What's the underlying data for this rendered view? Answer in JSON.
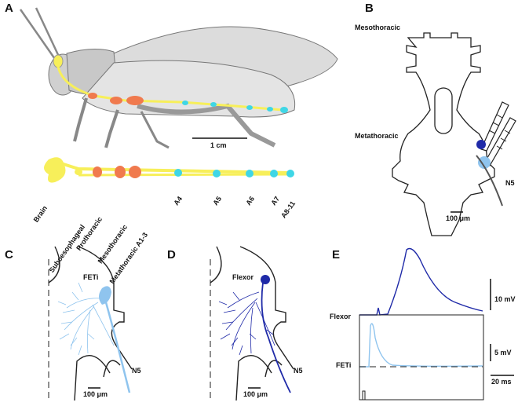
{
  "panels": {
    "A": {
      "letter": "A",
      "scale_bar": "1 cm",
      "ganglia_labels": [
        "Brain",
        "Suboesophageal",
        "Prothoracic",
        "Mesothoracic",
        "Metathoracic A1-3",
        "A4",
        "A5",
        "A6",
        "A7",
        "A8-11"
      ]
    },
    "B": {
      "letter": "B",
      "label_mesothoracic": "Mesothoracic",
      "label_metathoracic": "Metathoracic",
      "label_nerve": "N5",
      "scale_bar": "100 μm"
    },
    "C": {
      "letter": "C",
      "neuron": "FETi",
      "nerve": "N5",
      "scale_bar": "100 μm"
    },
    "D": {
      "letter": "D",
      "neuron": "Flexor",
      "nerve": "N5",
      "scale_bar": "100 μm"
    },
    "E": {
      "letter": "E",
      "trace_flexor": "Flexor",
      "trace_feti": "FETi",
      "scale_v1": "10 mV",
      "scale_v2": "5 mV",
      "scale_t": "20 ms"
    }
  },
  "colors": {
    "nerve_cord": "#f7ef5a",
    "ganglion_thoracic": "#f07a4e",
    "ganglion_abdominal": "#3fd6e6",
    "feti": "#8fc4ee",
    "flexor": "#1f2aa8"
  }
}
